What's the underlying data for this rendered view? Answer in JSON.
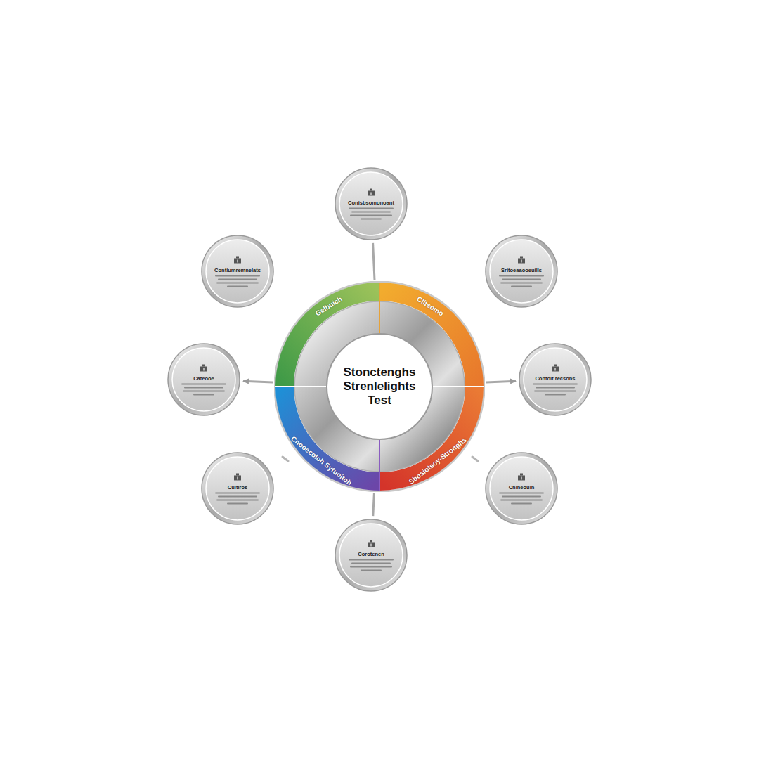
{
  "diagram": {
    "nodes": [
      {
        "text": [
          "Stonctenghs Strenlelights Test"
        ]
      },
      {
        "text": [
          "Conisbsomonoant"
        ]
      },
      {
        "text": [
          "Contiumremnelats"
        ]
      },
      {
        "text": [
          "Sritoeaaooeuills"
        ]
      },
      {
        "text": [
          "Cateooe"
        ]
      },
      {
        "text": [
          "Contoit recsons"
        ]
      },
      {
        "text": [
          "Cultiros"
        ]
      },
      {
        "text": [
          "Chineouln"
        ]
      },
      {
        "text": [
          "Corotenen"
        ]
      }
    ],
    "edges": [
      {
        "from": 0,
        "to": 4,
        "arrow": "to"
      },
      {
        "from": 0,
        "to": 5,
        "arrow": "to"
      },
      {
        "from": 0,
        "to": 1,
        "arrow": "none"
      },
      {
        "from": 0,
        "to": 8,
        "arrow": "none"
      }
    ],
    "labels": [
      "Gelbuich",
      "Clitsomo",
      "Cnooecoloh Sytuoitoh",
      "Sbosiotsoy-Stronghs"
    ]
  }
}
